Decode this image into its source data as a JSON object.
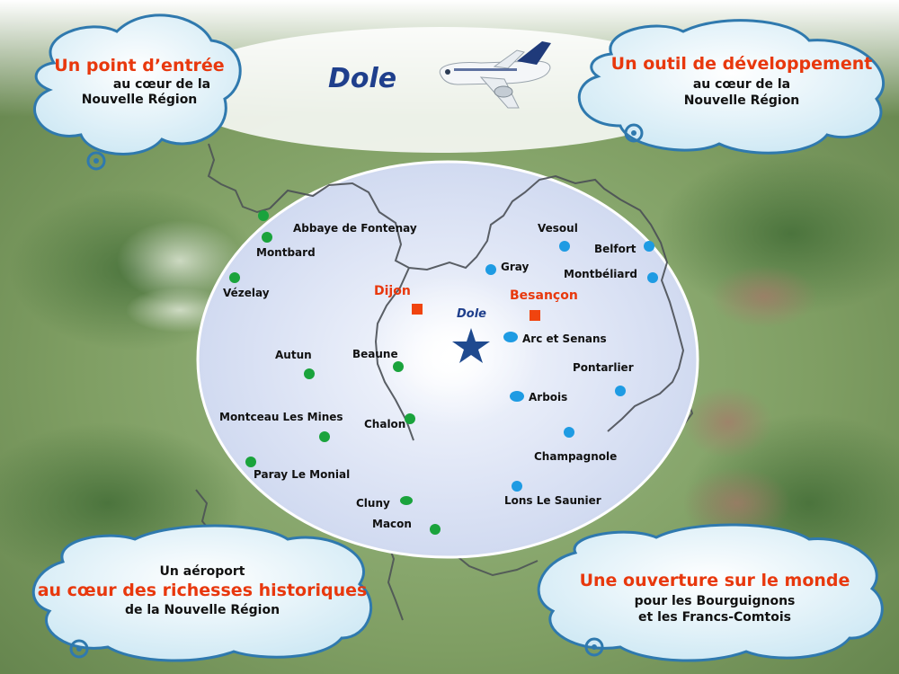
{
  "title": "Dole",
  "center_label": "Dole",
  "clouds": {
    "top_left": {
      "title": "Un point d’entrée",
      "line1": "au cœur de la",
      "line2": "Nouvelle  Région"
    },
    "top_right": {
      "title": "Un outil de développement",
      "line1": "au cœur de la",
      "line2": "Nouvelle  Région"
    },
    "bottom_left": {
      "line1": "Un aéroport",
      "title": "au cœur des richesses historiques",
      "line2": "de la Nouvelle Région"
    },
    "bottom_right": {
      "title": "Une ouverture sur le monde",
      "line1": "pour les Bourguignons",
      "line2": "et les Francs-Comtois"
    }
  },
  "hubs": {
    "dijon": "Dijon",
    "besancon": "Besançon"
  },
  "cities_green": {
    "fontenay": "Abbaye de Fontenay",
    "montbard": "Montbard",
    "vezelay": "Vézelay",
    "autun": "Autun",
    "beaune": "Beaune",
    "montceau": "Montceau Les Mines",
    "chalon": "Chalon",
    "paray": "Paray Le Monial",
    "cluny": "Cluny",
    "macon": "Macon"
  },
  "cities_blue": {
    "vesoul": "Vesoul",
    "belfort": "Belfort",
    "gray": "Gray",
    "montbeliard": "Montbéliard",
    "arc": "Arc et Senans",
    "pontarlier": "Pontarlier",
    "arbois": "Arbois",
    "champagnole": "Champagnole",
    "lons": "Lons Le Saunier"
  },
  "colors": {
    "green_dot": "#1aa33c",
    "blue_dot": "#1e9be3",
    "hub_square": "#f0440f",
    "star": "#1f4a8f",
    "title_red": "#e8380d",
    "cloud_fill": "#d9eef7",
    "ellipse_fill": "#dfe6f6"
  }
}
